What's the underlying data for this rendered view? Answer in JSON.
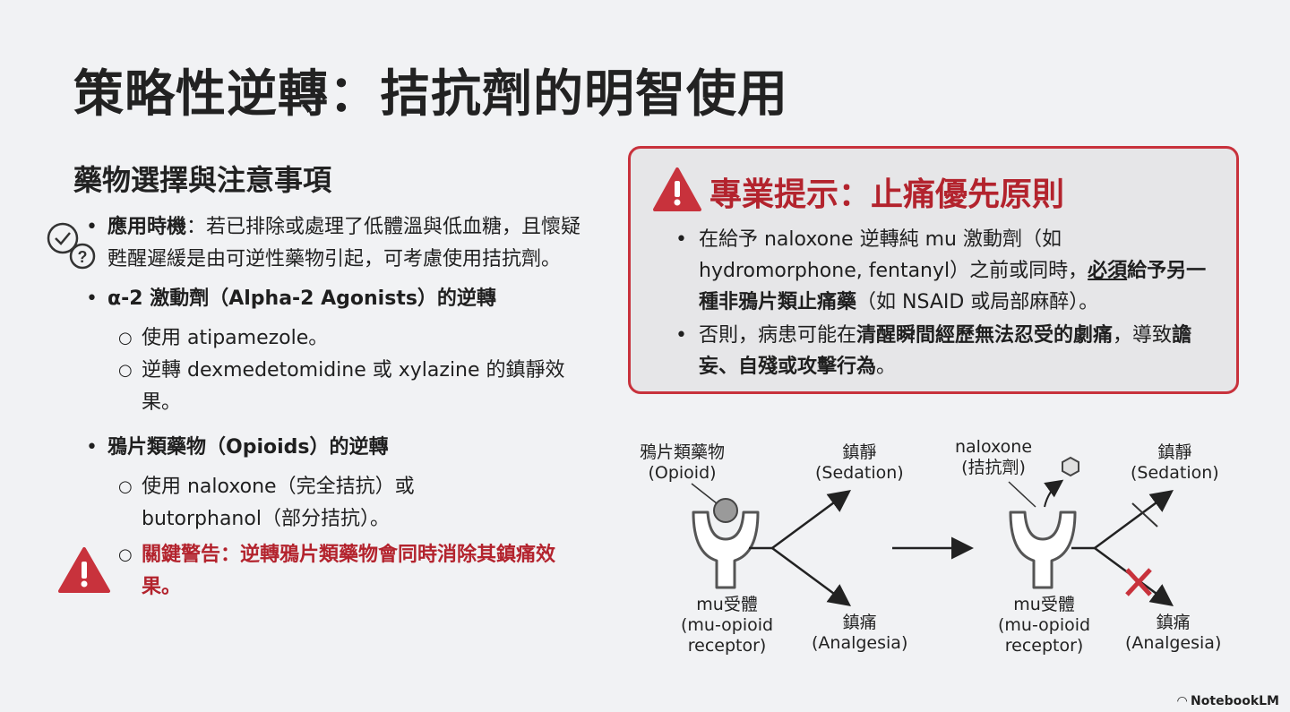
{
  "title": "策略性逆轉：拮抗劑的明智使用",
  "left": {
    "subtitle": "藥物選擇與注意事項",
    "timing_label": "應用時機",
    "timing_text": "：若已排除或處理了低體溫與低血糖，且懷疑甦醒遲緩是由可逆性藥物引起，可考慮使用拮抗劑。",
    "alpha_heading": "α-2 激動劑（Alpha-2 Agonists）的逆轉",
    "alpha_items": [
      "使用 atipamezole。",
      "逆轉 dexmedetomidine 或 xylazine 的鎮靜效果。"
    ],
    "opioid_heading": "鴉片類藥物（Opioids）的逆轉",
    "opioid_items": [
      "使用 naloxone（完全拮抗）或 butorphanol（部分拮抗）。"
    ],
    "warning": "關鍵警告：逆轉鴉片類藥物會同時消除其鎮痛效果。"
  },
  "callout": {
    "heading": "專業提示：止痛優先原則",
    "b1_pre": "在給予 naloxone 逆轉純 mu 激動劑（如 hydromorphone, fentanyl）之前或同時，",
    "b1_bold_u": "必須",
    "b1_bold": "給予另一種非鴉片類止痛藥",
    "b1_post": "（如 NSAID 或局部麻醉）。",
    "b2_pre": "否則，病患可能在",
    "b2_bold1": "清醒瞬間經歷無法忍受的劇痛",
    "b2_mid": "，導致",
    "b2_bold2": "譫妄、自殘或攻擊行為",
    "b2_post": "。"
  },
  "diagram": {
    "opioid_l1": "鴉片類藥物",
    "opioid_l2": "(Opioid)",
    "sed_l1_a": "鎮靜",
    "sed_l2_a": "(Sedation)",
    "ana_l1_a": "鎮痛",
    "ana_l2_a": "(Analgesia)",
    "rec_l1_a": "mu受體",
    "rec_l2_a": "(mu-opioid",
    "rec_l3_a": "receptor)",
    "nal_l1": "naloxone",
    "nal_l2": "(拮抗劑)",
    "sed_l1_b": "鎮靜",
    "sed_l2_b": "(Sedation)",
    "ana_l1_b": "鎮痛",
    "ana_l2_b": "(Analgesia)",
    "rec_l1_b": "mu受體",
    "rec_l2_b": "(mu-opioid",
    "rec_l3_b": "receptor)"
  },
  "brand": "NotebookLM",
  "colors": {
    "accent_red": "#c8323c",
    "text_red": "#b3232d",
    "receptor_gray": "#8a8a8a"
  }
}
